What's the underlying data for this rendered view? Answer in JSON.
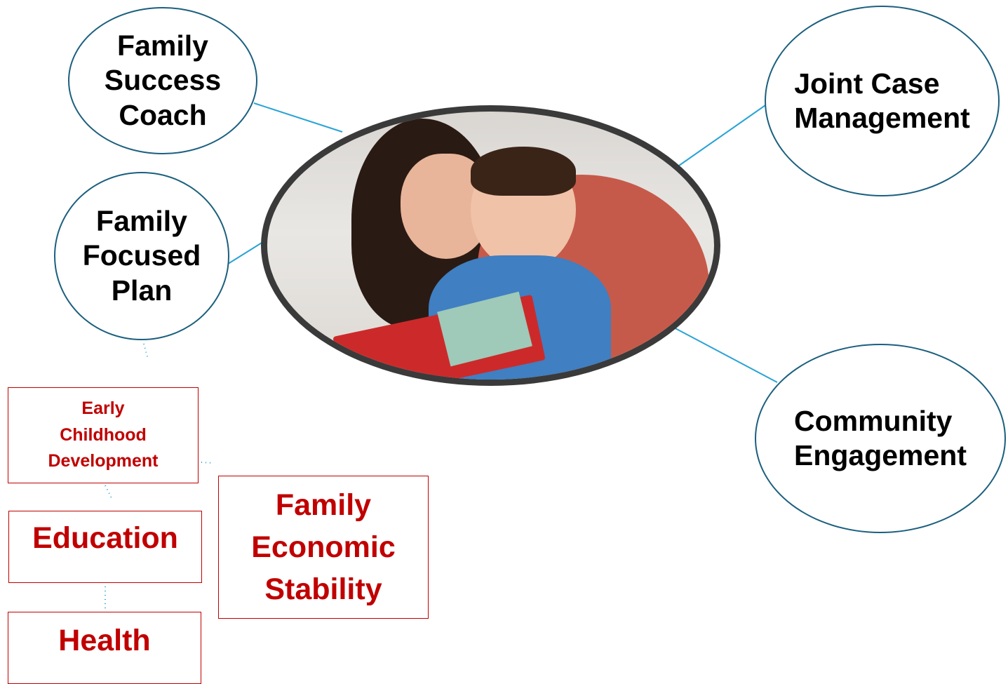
{
  "colors": {
    "bubble_border": "#1b5f7e",
    "connector": "#29a3d6",
    "box_border": "#c00000",
    "box_text": "#c00000",
    "bubble_text": "#000000"
  },
  "bubbles": {
    "family_success_coach": "Family\nSuccess\nCoach",
    "family_focused_plan": "Family\nFocused\nPlan",
    "joint_case_management": "Joint Case\nManagement",
    "community_engagement": "Community\nEngagement"
  },
  "boxes": {
    "early_childhood": "Early\nChildhood\nDevelopment",
    "education": "Education",
    "health": "Health",
    "family_economic_stability": "Family\nEconomic\nStability"
  },
  "photo": {
    "subject": "mother-reading-book-to-baby-photo"
  }
}
